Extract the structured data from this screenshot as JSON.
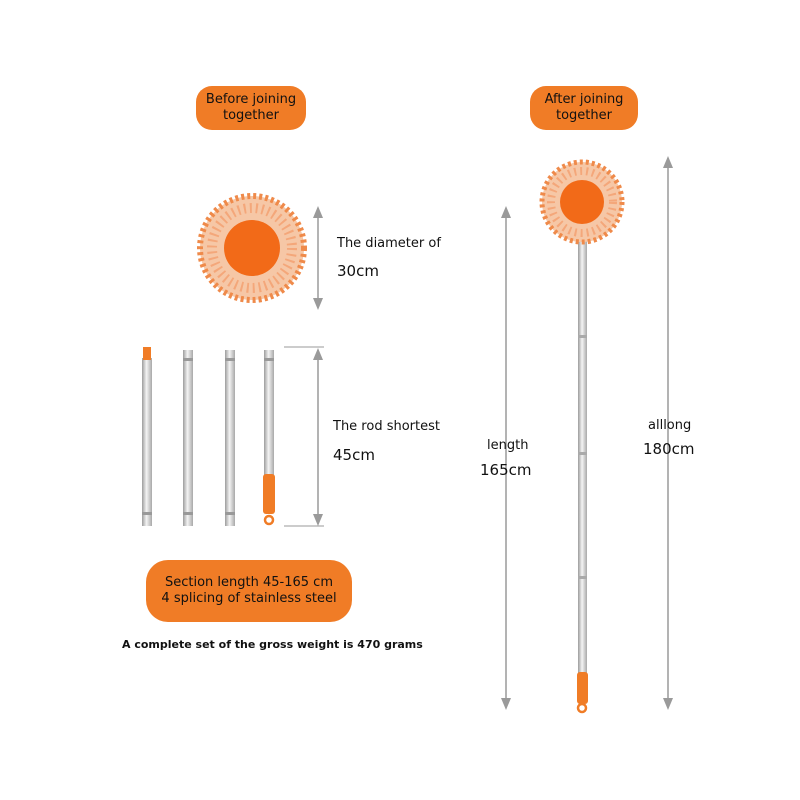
{
  "before_badge": {
    "line1": "Before joining",
    "line2": "together"
  },
  "after_badge": {
    "line1": "After joining",
    "line2": "together"
  },
  "diameter": {
    "label": "The diameter of",
    "value": "30cm"
  },
  "rod": {
    "label": "The rod shortest",
    "value": "45cm"
  },
  "section_badge": {
    "line1": "Section length 45-165 cm",
    "line2": "4 splicing of stainless steel"
  },
  "weight_note": "A complete set of the gross weight is 470 grams",
  "length": {
    "label": "length",
    "value": "165cm"
  },
  "all_long": {
    "label": "alllong",
    "value": "180cm"
  },
  "colors": {
    "accent": "#f07c26",
    "arrow": "#9a9a9a",
    "rod": "#c8c8c8"
  }
}
